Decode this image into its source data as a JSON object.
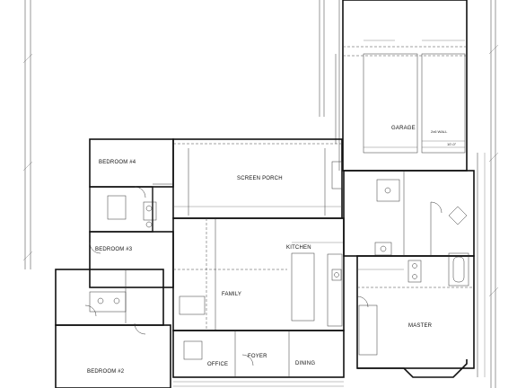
{
  "rooms": {
    "garage": "GARAGE",
    "screen_porch": "SCREEN PORCH",
    "bedroom_4": "BEDROOM #4",
    "bedroom_3": "BEDROOM #3",
    "bedroom_2": "BEDROOM #2",
    "kitchen": "KITCHEN",
    "family": "FAMILY",
    "office": "OFFICE",
    "foyer": "FOYER",
    "dining": "DINING",
    "master": "MASTER"
  },
  "colors": {
    "ink": "#111111",
    "paper": "#ffffff"
  }
}
